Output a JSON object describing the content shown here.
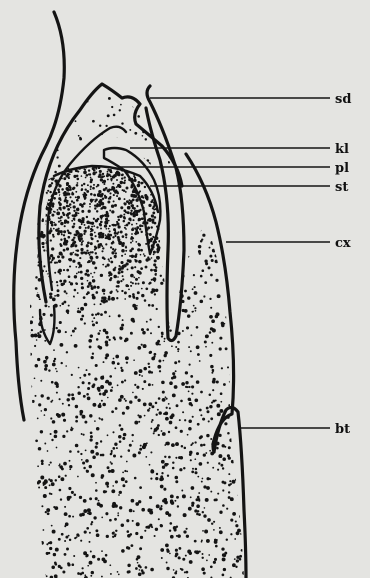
{
  "figure": {
    "labels": [
      {
        "id": "sd",
        "text": "sd"
      },
      {
        "id": "kl",
        "text": "kl"
      },
      {
        "id": "pl",
        "text": "pl"
      },
      {
        "id": "st",
        "text": "st"
      },
      {
        "id": "cx",
        "text": "cx"
      },
      {
        "id": "bt",
        "text": "bt"
      }
    ],
    "colors": {
      "ink": "#141414",
      "paper": "#e4e4e1"
    }
  }
}
